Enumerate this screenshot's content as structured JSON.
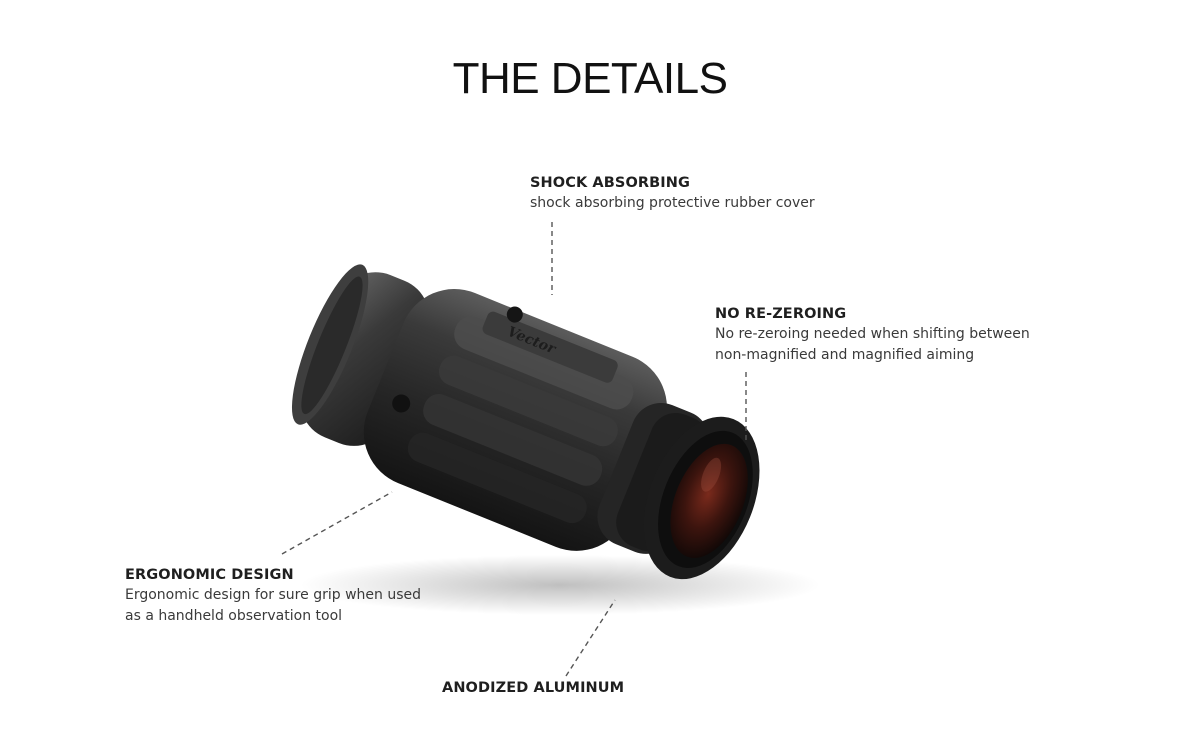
{
  "page": {
    "title": "THE DETAILS"
  },
  "callouts": {
    "shock": {
      "heading": "SHOCK ABSORBING",
      "description": "shock absorbing protective rubber cover"
    },
    "no_rezero": {
      "heading": "NO RE-ZEROING",
      "description_line1": "No re-zeroing needed when shifting between",
      "description_line2": "non-magnified and magnified aiming"
    },
    "ergonomic": {
      "heading": "ERGONOMIC DESIGN",
      "description_line1": "Ergonomic design for sure grip when used",
      "description_line2": "as a handheld observation tool"
    },
    "anodized": {
      "heading": "ANODIZED ALUMINUM"
    }
  },
  "product": {
    "brand_mark": "Vector"
  },
  "colors": {
    "body_dark": "#2b2b2b",
    "body_mid": "#4a4a4a",
    "highlight": "#8a8a8a",
    "lens": "#5a1e16",
    "leader_line": "#555555"
  }
}
